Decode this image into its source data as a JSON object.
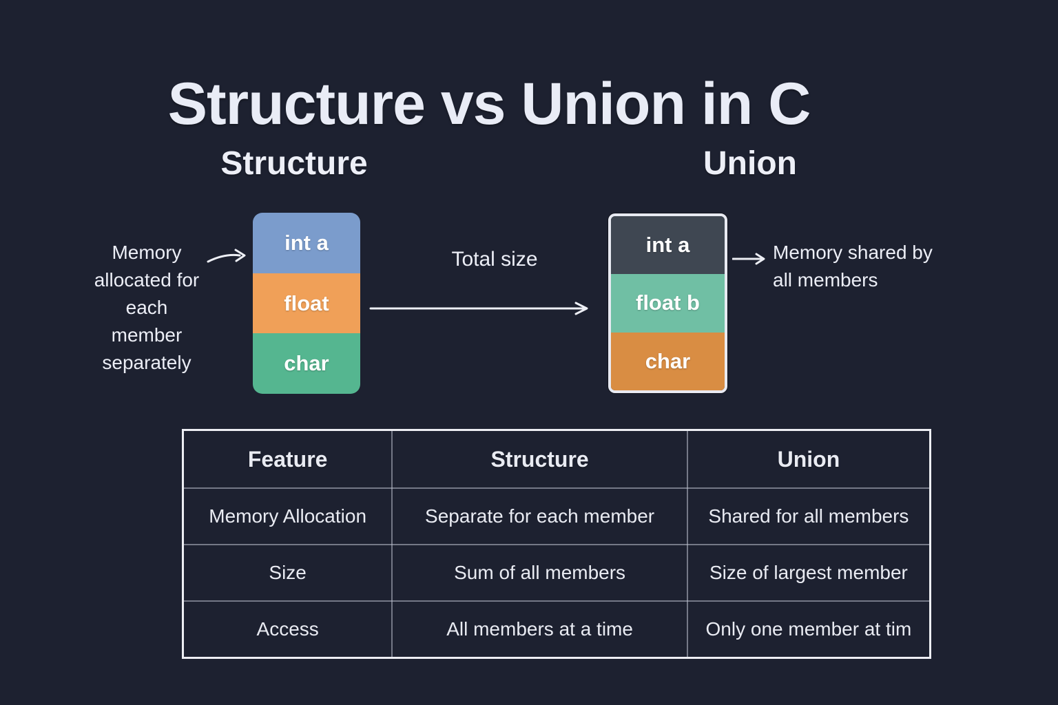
{
  "title": "Structure vs Union in C",
  "colors": {
    "background": "#1d2130",
    "text": "#e9ebf4",
    "arrow": "#edeff5",
    "table_outer_border": "#edeef3",
    "table_inner_border": "#bec3d0",
    "union_box_border": "#e8eaf2"
  },
  "structure": {
    "heading": "Structure",
    "members": [
      {
        "label": "int a",
        "color": "#7b9ccc"
      },
      {
        "label": "float",
        "color": "#f0a058"
      },
      {
        "label": "char",
        "color": "#55b690"
      }
    ],
    "annotation": "Memory allocated for each member separately"
  },
  "union": {
    "heading": "Union",
    "members": [
      {
        "label": "int a",
        "color": "#3f4752"
      },
      {
        "label": "float b",
        "color": "#70bfa4"
      },
      {
        "label": "char",
        "color": "#d98d43"
      }
    ],
    "annotation": "Memory shared by all members"
  },
  "total_size_label": "Total size",
  "table": {
    "headers": [
      "Feature",
      "Structure",
      "Union"
    ],
    "rows": [
      [
        "Memory Allocation",
        "Separate for each member",
        "Shared for all members"
      ],
      [
        "Size",
        "Sum of all members",
        "Size of largest member"
      ],
      [
        "Access",
        "All members at a time",
        "Only one member at tim"
      ]
    ]
  }
}
